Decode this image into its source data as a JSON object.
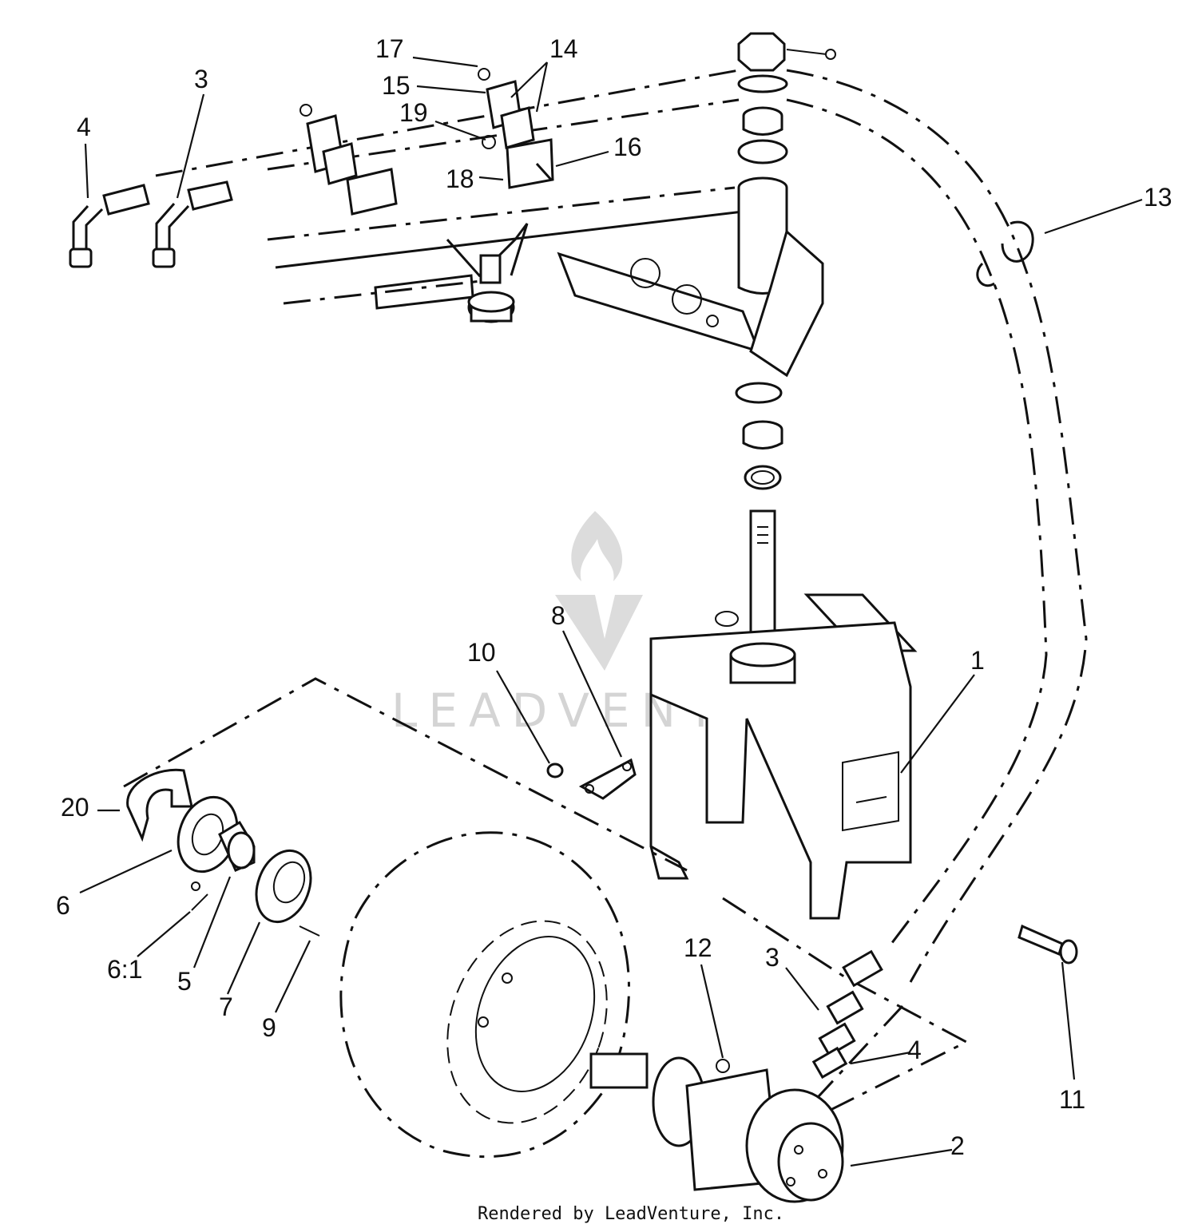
{
  "diagram": {
    "credit": "Rendered by LeadVenture, Inc.",
    "watermark": "LEADVENTURE",
    "callouts": [
      {
        "id": "17",
        "text": "17"
      },
      {
        "id": "14",
        "text": "14"
      },
      {
        "id": "3a",
        "text": "3"
      },
      {
        "id": "15",
        "text": "15"
      },
      {
        "id": "4a",
        "text": "4"
      },
      {
        "id": "19",
        "text": "19"
      },
      {
        "id": "16",
        "text": "16"
      },
      {
        "id": "18",
        "text": "18"
      },
      {
        "id": "13",
        "text": "13"
      },
      {
        "id": "8",
        "text": "8"
      },
      {
        "id": "10",
        "text": "10"
      },
      {
        "id": "1",
        "text": "1"
      },
      {
        "id": "20",
        "text": "20"
      },
      {
        "id": "6",
        "text": "6"
      },
      {
        "id": "6_1",
        "text": "6:1"
      },
      {
        "id": "5",
        "text": "5"
      },
      {
        "id": "7",
        "text": "7"
      },
      {
        "id": "9",
        "text": "9"
      },
      {
        "id": "12",
        "text": "12"
      },
      {
        "id": "3b",
        "text": "3"
      },
      {
        "id": "4b",
        "text": "4"
      },
      {
        "id": "11",
        "text": "11"
      },
      {
        "id": "2",
        "text": "2"
      }
    ]
  }
}
